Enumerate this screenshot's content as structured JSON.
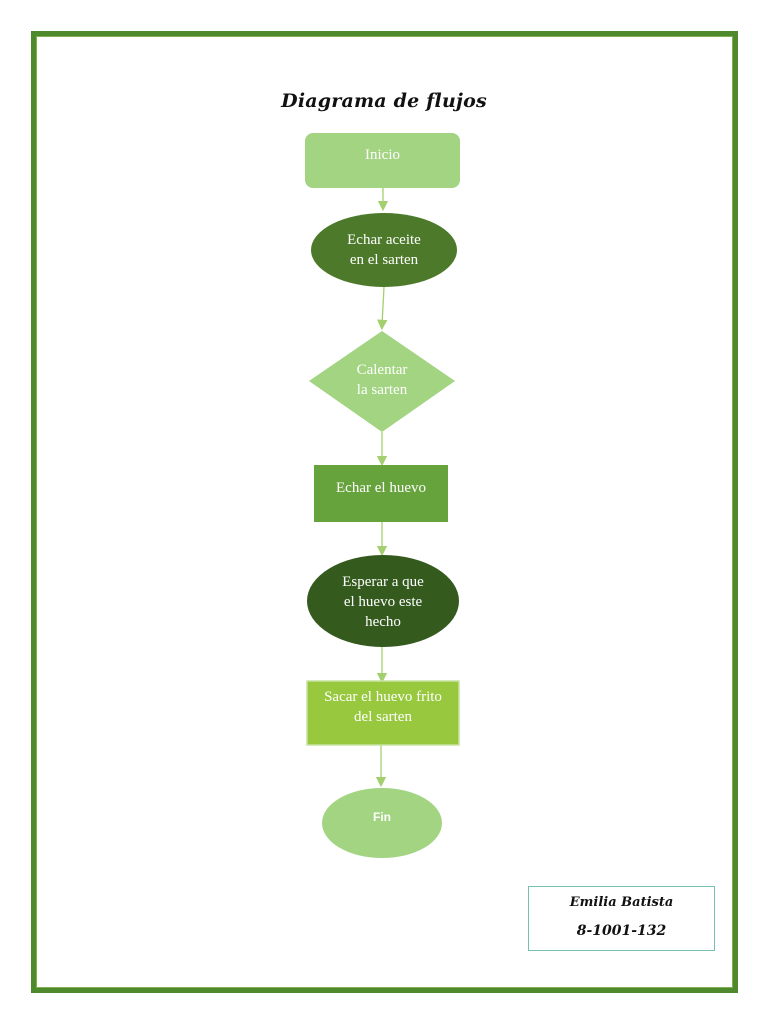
{
  "title": "Diagrama de flujos",
  "colors": {
    "light_green": "#a2d482",
    "dark_green": "#4d7a2a",
    "mid_green": "#67a33c",
    "darkest_green": "#345a1e",
    "lime_green": "#97c83e",
    "arrow": "#a3cf6f",
    "border": "#4e8a2c"
  },
  "nodes": {
    "inicio": "Inicio",
    "echar_aceite": [
      "Echar aceite",
      "en el sarten"
    ],
    "calentar": [
      "Calentar",
      "la sarten"
    ],
    "echar_huevo": "Echar el huevo",
    "esperar": [
      "Esperar a que",
      "el huevo este",
      "hecho"
    ],
    "sacar": [
      "Sacar el huevo frito",
      "del sarten"
    ],
    "fin": "Fin"
  },
  "signature": {
    "name": "Emilia Batista",
    "id": "8-1001-132"
  }
}
